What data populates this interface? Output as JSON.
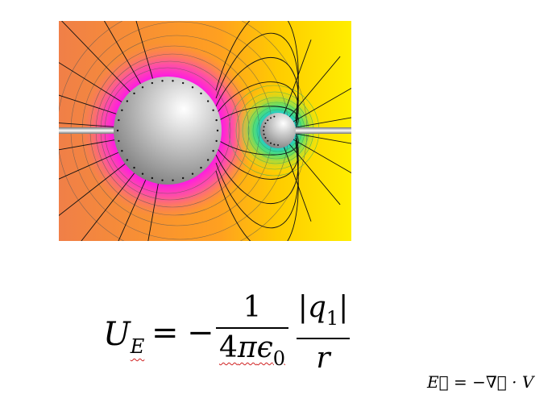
{
  "figure": {
    "description_icon": "electric-field-lines-two-spheres-icon",
    "colors": {
      "left_background": "#f08a40",
      "right_background": "#ffe600",
      "magenta_halo": "#ff00ff",
      "sphere_gray": "#b8b8b8",
      "field_line": "#000000",
      "equipotential": "#555555"
    }
  },
  "equation_main": {
    "lhs_symbol": "U",
    "lhs_subscript": "E",
    "equals": "=",
    "minus": "−",
    "numerator": "1",
    "denominator_coeff": "4",
    "denominator_pi": "π",
    "denominator_eps": "ϵ",
    "denominator_eps_sub": "0",
    "charge_bar_left": "|",
    "charge_symbol": "q",
    "charge_sub": "1",
    "charge_bar_right": "|",
    "distance": "r"
  },
  "equation_small": {
    "text": "E⃗ = −∇⃗ · V"
  }
}
